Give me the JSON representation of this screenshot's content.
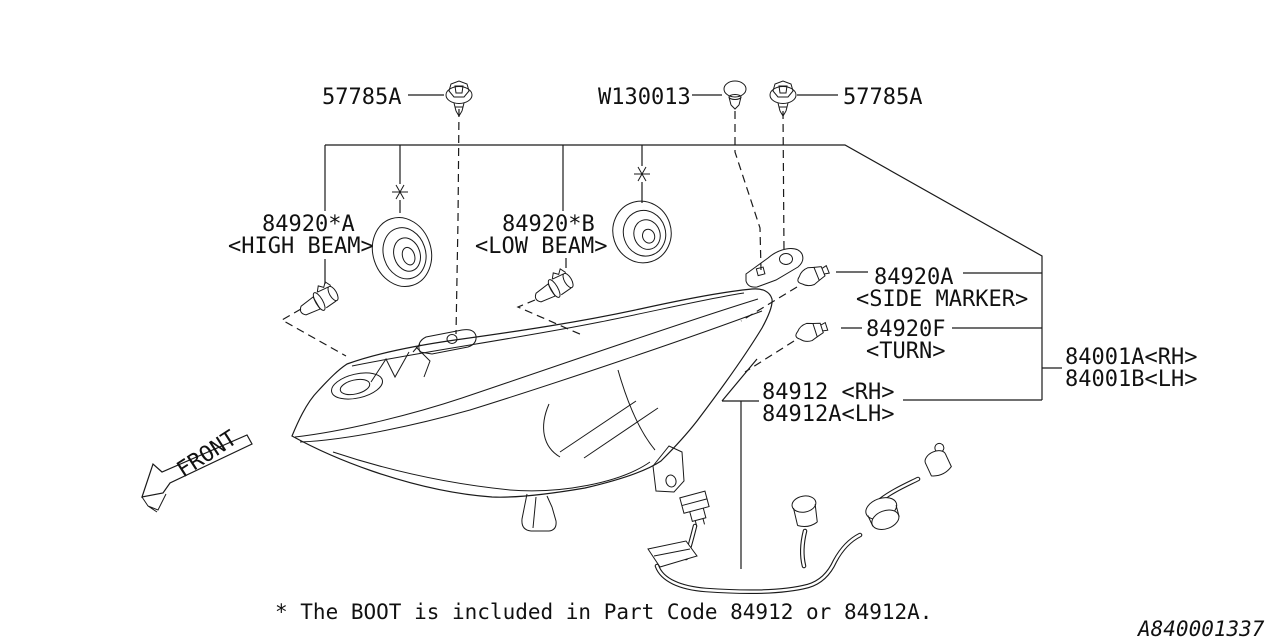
{
  "colors": {
    "line": "#1a1a1a",
    "background": "#ffffff",
    "text": "#111111"
  },
  "labels": {
    "bolt_left": "57785A",
    "clip": "W130013",
    "bolt_right": "57785A",
    "high_beam_code": "84920*A",
    "high_beam_name": "<HIGH BEAM>",
    "low_beam_code": "84920*B",
    "low_beam_name": "<LOW BEAM>",
    "side_marker_code": "84920A",
    "side_marker_name": "<SIDE MARKER>",
    "turn_code": "84920F",
    "turn_name": "<TURN>",
    "assembly_rh": "84001A<RH>",
    "assembly_lh": "84001B<LH>",
    "cord_rh": "84912 <RH>",
    "cord_lh": "84912A<LH>"
  },
  "front_label": "FRONT",
  "footnote": "* The BOOT is included in Part Code 84912 or 84912A.",
  "diagram_number": "A840001337"
}
